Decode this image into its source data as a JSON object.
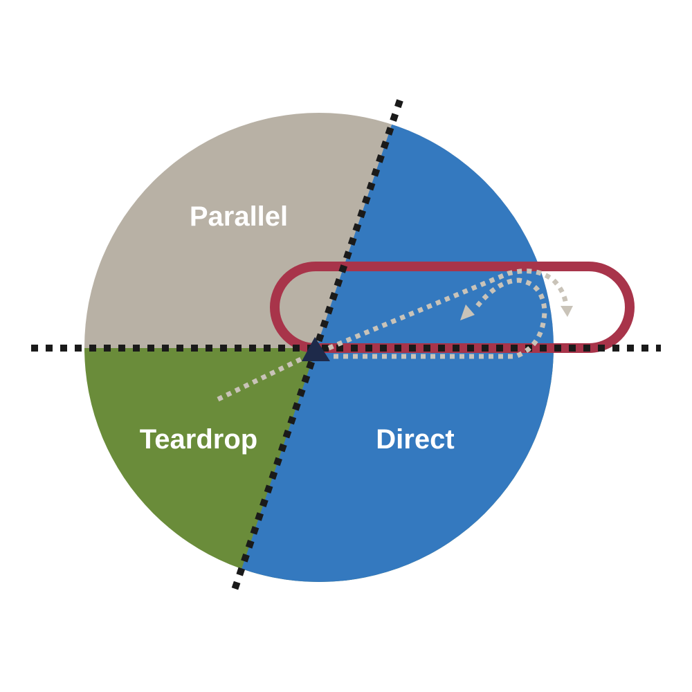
{
  "title": "Holding pattern entry sectors",
  "sectors": [
    {
      "id": "parallel",
      "label": "Parallel",
      "color": "#b8b1a5"
    },
    {
      "id": "teardrop",
      "label": "Teardrop",
      "color": "#6a8c3a"
    },
    {
      "id": "direct",
      "label": "Direct",
      "color": "#3479bf"
    }
  ],
  "colors": {
    "holding_racetrack": "#a8344a",
    "sector_lines": "#1a1a1a",
    "flight_paths": "#c9c3b8",
    "fix_marker": "#1e2a4a"
  }
}
